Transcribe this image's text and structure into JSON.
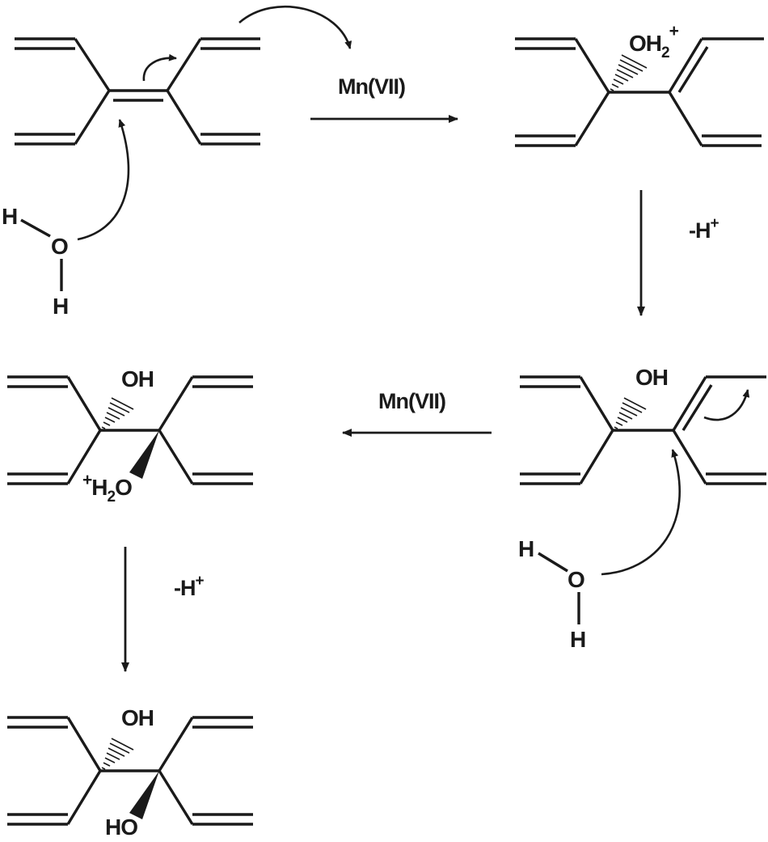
{
  "reagents": {
    "step1": "Mn(VII)",
    "step2": "-H",
    "step2_sup": "+",
    "step3": "Mn(VII)",
    "step4": "-H",
    "step4_sup": "+"
  },
  "labels": {
    "water1_h_top": "H",
    "water1_o": "O",
    "water1_h_bottom": "H",
    "oxonium1": "OH",
    "oxonium1_sub": "2",
    "oxonium1_sup": "+",
    "oh_int": "OH",
    "water2_h_top": "H",
    "water2_o": "O",
    "water2_h_bottom": "H",
    "oh_int2": "OH",
    "oxonium2_sup": "+",
    "oxonium2": "H",
    "oxonium2_sub": "2",
    "oxonium2_o": "O",
    "oh_prod_top": "OH",
    "ho_prod_bottom": "HO"
  }
}
